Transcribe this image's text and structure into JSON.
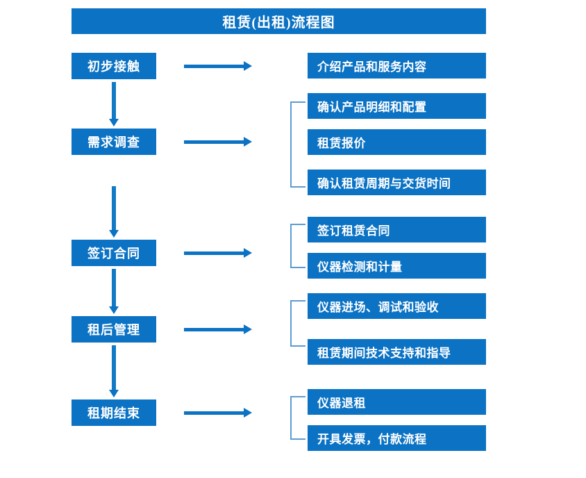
{
  "diagram": {
    "title": "租赁(出租)流程图",
    "accent_color": "#0b72c4",
    "bracket_color": "#5b9bd5",
    "text_color": "#ffffff"
  },
  "stages": [
    {
      "id": "stage-1",
      "label": "初步接触"
    },
    {
      "id": "stage-2",
      "label": "需求调查"
    },
    {
      "id": "stage-3",
      "label": "签订合同"
    },
    {
      "id": "stage-4",
      "label": "租后管理"
    },
    {
      "id": "stage-5",
      "label": "租期结束"
    }
  ],
  "details": [
    {
      "id": "detail-1",
      "label": "介绍产品和服务内容"
    },
    {
      "id": "detail-2",
      "label": "确认产品明细和配置"
    },
    {
      "id": "detail-3",
      "label": "租赁报价"
    },
    {
      "id": "detail-4",
      "label": "确认租赁周期与交货时间"
    },
    {
      "id": "detail-5",
      "label": "签订租赁合同"
    },
    {
      "id": "detail-6",
      "label": "仪器检测和计量"
    },
    {
      "id": "detail-7",
      "label": "仪器进场、调试和验收"
    },
    {
      "id": "detail-8",
      "label": "租赁期间技术支持和指导"
    },
    {
      "id": "detail-9",
      "label": "仪器退租"
    },
    {
      "id": "detail-10",
      "label": "开具发票，付款流程"
    }
  ]
}
